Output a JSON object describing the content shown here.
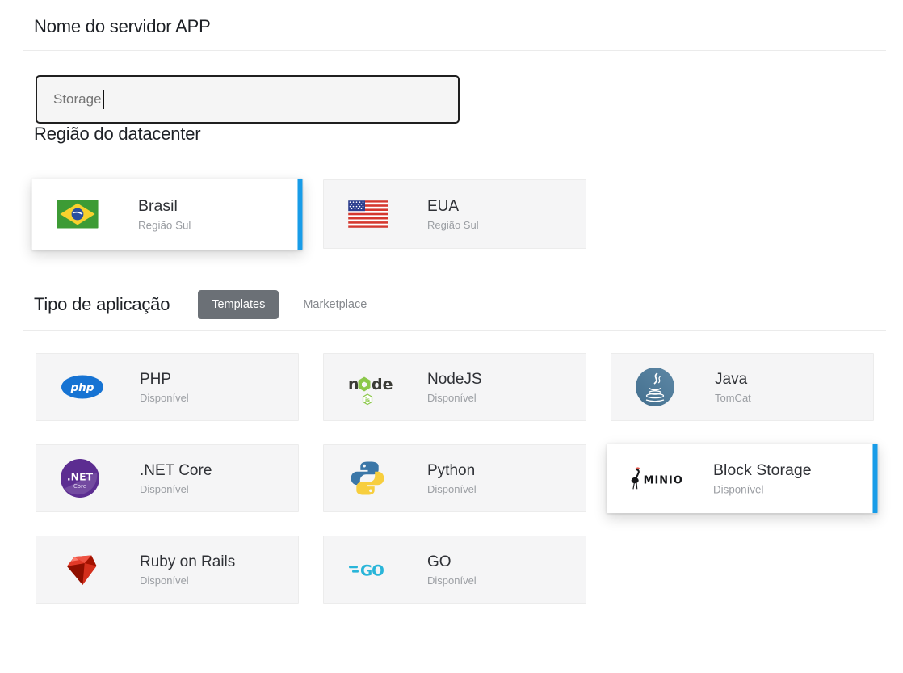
{
  "colors": {
    "accent_blue": "#189CE8",
    "templates_active_bg": "#6B7076",
    "card_bg": "#F5F5F6"
  },
  "server_name": {
    "label": "Nome do servidor APP",
    "value": "Storage"
  },
  "datacenter": {
    "label": "Região do datacenter",
    "options": [
      {
        "name": "Brasil",
        "region": "Região Sul",
        "icon": "brazil-flag-icon",
        "selected": true
      },
      {
        "name": "EUA",
        "region": "Região Sul",
        "icon": "usa-flag-icon",
        "selected": false
      }
    ]
  },
  "app_type": {
    "label": "Tipo de aplicação",
    "tabs": [
      {
        "label": "Templates",
        "active": true
      },
      {
        "label": "Marketplace",
        "active": false
      }
    ],
    "apps": [
      {
        "name": "PHP",
        "status": "Disponível",
        "icon": "php-icon",
        "selected": false
      },
      {
        "name": "NodeJS",
        "status": "Disponível",
        "icon": "nodejs-icon",
        "selected": false
      },
      {
        "name": "Java",
        "status": "TomCat",
        "icon": "java-icon",
        "selected": false
      },
      {
        "name": ".NET Core",
        "status": "Disponível",
        "icon": "dotnet-core-icon",
        "selected": false
      },
      {
        "name": "Python",
        "status": "Disponível",
        "icon": "python-icon",
        "selected": false
      },
      {
        "name": "Block Storage",
        "status": "Disponível",
        "icon": "minio-icon",
        "selected": true
      },
      {
        "name": "Ruby on Rails",
        "status": "Disponível",
        "icon": "ruby-icon",
        "selected": false
      },
      {
        "name": "GO",
        "status": "Disponível",
        "icon": "go-icon",
        "selected": false
      }
    ]
  }
}
